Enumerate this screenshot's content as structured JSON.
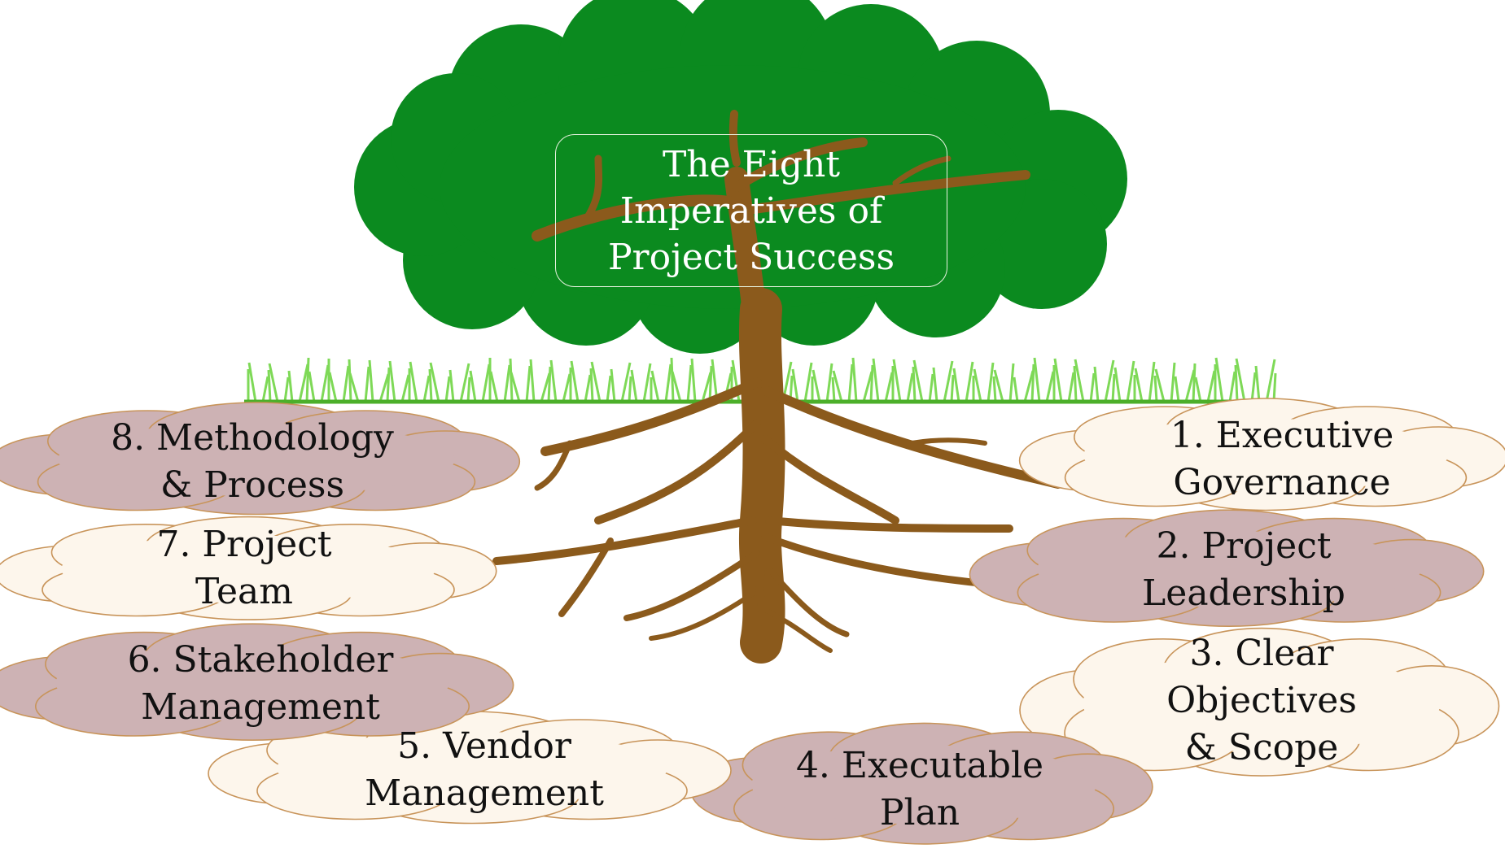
{
  "title": {
    "line1": "The Eight",
    "line2": "Imperatives of",
    "line3": "Project Success"
  },
  "imperatives": [
    {
      "line1": "1. Executive",
      "line2": "Governance",
      "fill": "#fdf6ec"
    },
    {
      "line1": "2. Project",
      "line2": "Leadership",
      "fill": "#cdb2b4"
    },
    {
      "line1": "3. Clear",
      "line2": "Objectives",
      "line3": "& Scope",
      "fill": "#fdf6ec"
    },
    {
      "line1": "4. Executable",
      "line2": "Plan",
      "fill": "#cdb2b4"
    },
    {
      "line1": "5. Vendor",
      "line2": "Management",
      "fill": "#fdf6ec"
    },
    {
      "line1": "6. Stakeholder",
      "line2": "Management",
      "fill": "#cdb2b4"
    },
    {
      "line1": "7. Project",
      "line2": "Team",
      "fill": "#fdf6ec"
    },
    {
      "line1": "8. Methodology",
      "line2": "& Process",
      "fill": "#cdb2b4"
    }
  ],
  "colors": {
    "foliage": "#0b8a1f",
    "trunk": "#8b5a1c",
    "grass": "#7ed957",
    "ground_line": "#4caf2a",
    "cloud_outline": "#c8945a"
  }
}
